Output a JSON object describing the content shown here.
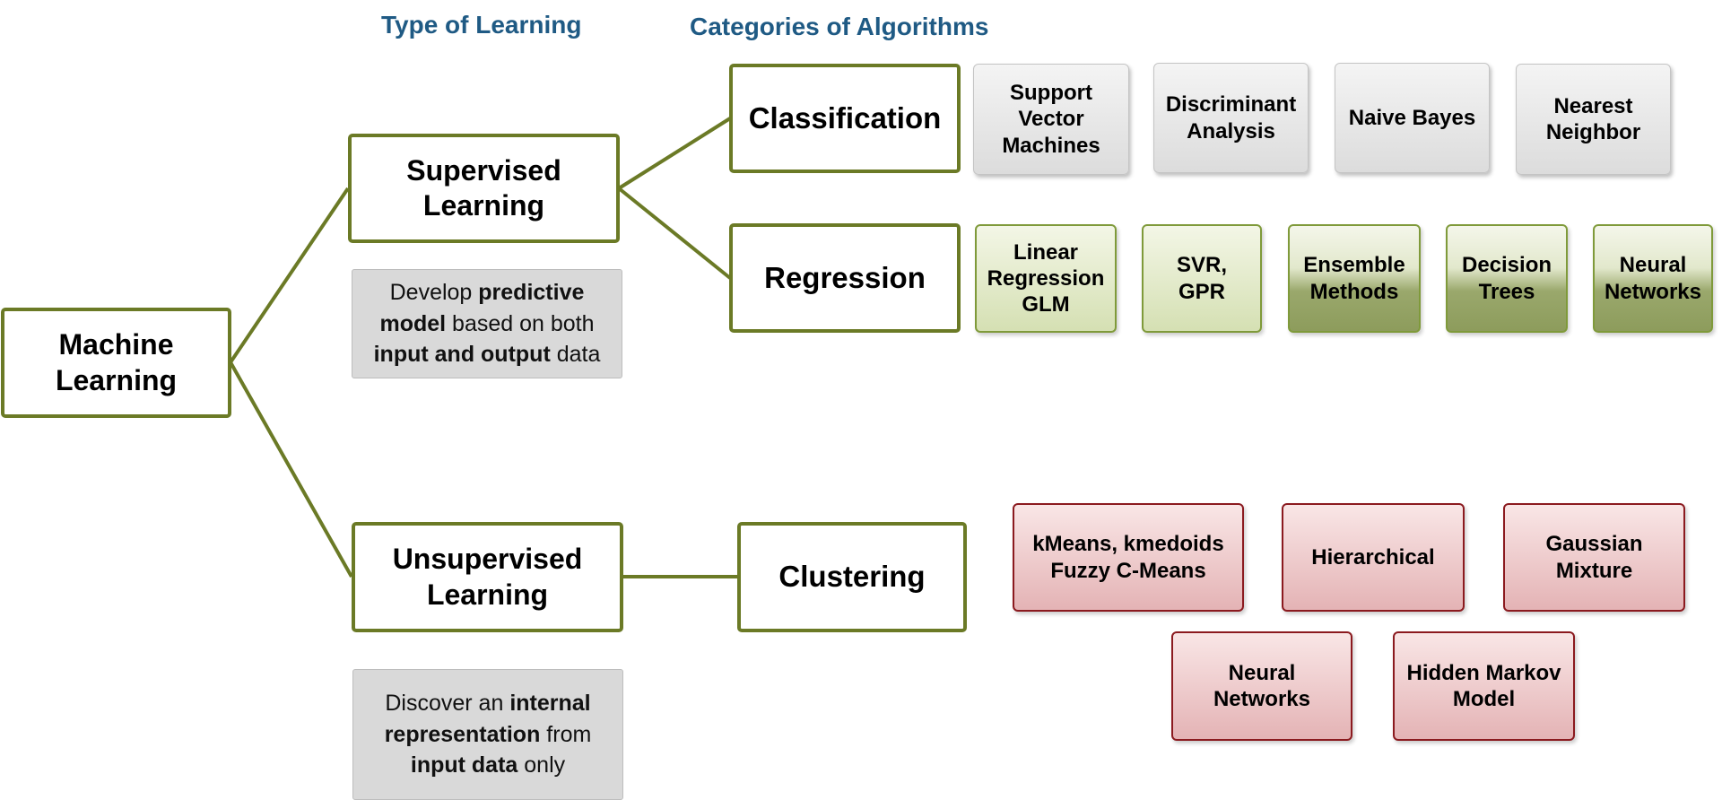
{
  "headers": {
    "type_of_learning": "Type of Learning",
    "categories_of_algorithms": "Categories of Algorithms"
  },
  "colors": {
    "header": "#1f5a84",
    "connector": "#6b7a26",
    "node_border": "#6b7a26",
    "description_bg": "#d9d9d9",
    "classification_algorithm_bg": "#dcdcdc",
    "regression_algorithm_bg": "#d5e0b3",
    "clustering_algorithm_bg": "#e4b3b5",
    "clustering_algorithm_border": "#8b1a1f"
  },
  "root": {
    "line1": "Machine",
    "line2": "Learning"
  },
  "supervised": {
    "line1": "Supervised",
    "line2": "Learning",
    "description": {
      "t1": "Develop ",
      "b1": "predictive model",
      "t2": " based on both ",
      "b2": "input and output",
      "t3": " data"
    }
  },
  "unsupervised": {
    "line1": "Unsupervised",
    "line2": "Learning",
    "description": {
      "t1": "Discover an ",
      "b1": "internal representation",
      "t2": " from ",
      "b2": "input data",
      "t3": " only"
    }
  },
  "categories": {
    "classification": "Classification",
    "regression": "Regression",
    "clustering": "Clustering"
  },
  "classification_algorithms": [
    {
      "line1": "Support",
      "line2": "Vector",
      "line3": "Machines"
    },
    {
      "line1": "Discriminant",
      "line2": "Analysis"
    },
    {
      "line1": "Naive Bayes"
    },
    {
      "line1": "Nearest",
      "line2": "Neighbor"
    }
  ],
  "regression_algorithms": [
    {
      "line1": "Linear",
      "line2": "Regression",
      "line3": "GLM"
    },
    {
      "line1": "SVR,",
      "line2": "GPR"
    },
    {
      "line1": "Ensemble",
      "line2": "Methods"
    },
    {
      "line1": "Decision",
      "line2": "Trees"
    },
    {
      "line1": "Neural",
      "line2": "Networks"
    }
  ],
  "clustering_algorithms": [
    {
      "line1": "kMeans, kmedoids",
      "line2": "Fuzzy C-Means"
    },
    {
      "line1": "Hierarchical"
    },
    {
      "line1": "Gaussian",
      "line2": "Mixture"
    },
    {
      "line1": "Neural",
      "line2": "Networks"
    },
    {
      "line1": "Hidden Markov",
      "line2": "Model"
    }
  ]
}
